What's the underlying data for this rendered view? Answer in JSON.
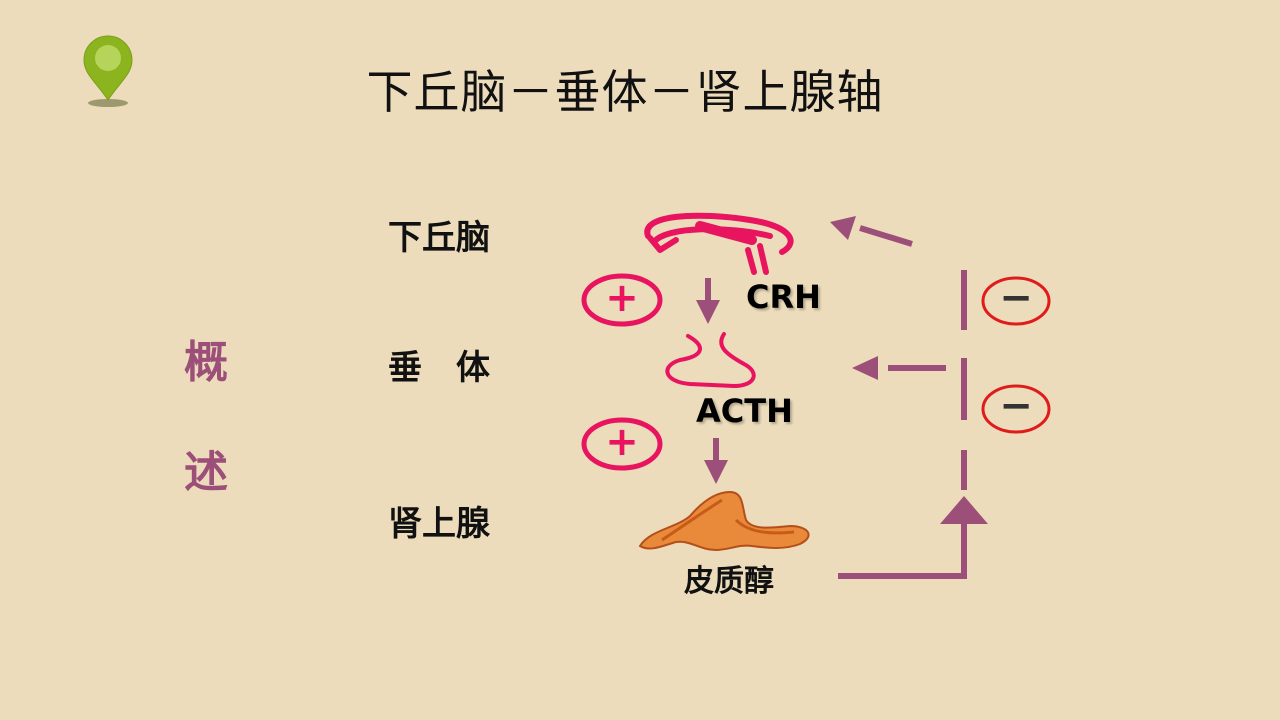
{
  "title": "下丘脑－垂体－肾上腺轴",
  "side_label": [
    "概",
    "述"
  ],
  "levels": {
    "hypothalamus": "下丘脑",
    "pituitary": "垂　体",
    "adrenal": "肾上腺"
  },
  "hormones": {
    "crh": "CRH",
    "acth": "ACTH"
  },
  "product": "皮质醇",
  "signs": {
    "plus": "+",
    "minus": "−"
  },
  "colors": {
    "background": "#ecdcbb",
    "accent_purple": "#9c4f78",
    "stimulate_pink": "#e8145f",
    "inhibit_red": "#e01b1b",
    "pin_green": "#8cb41e",
    "adrenal_orange": "#e07a2e"
  }
}
